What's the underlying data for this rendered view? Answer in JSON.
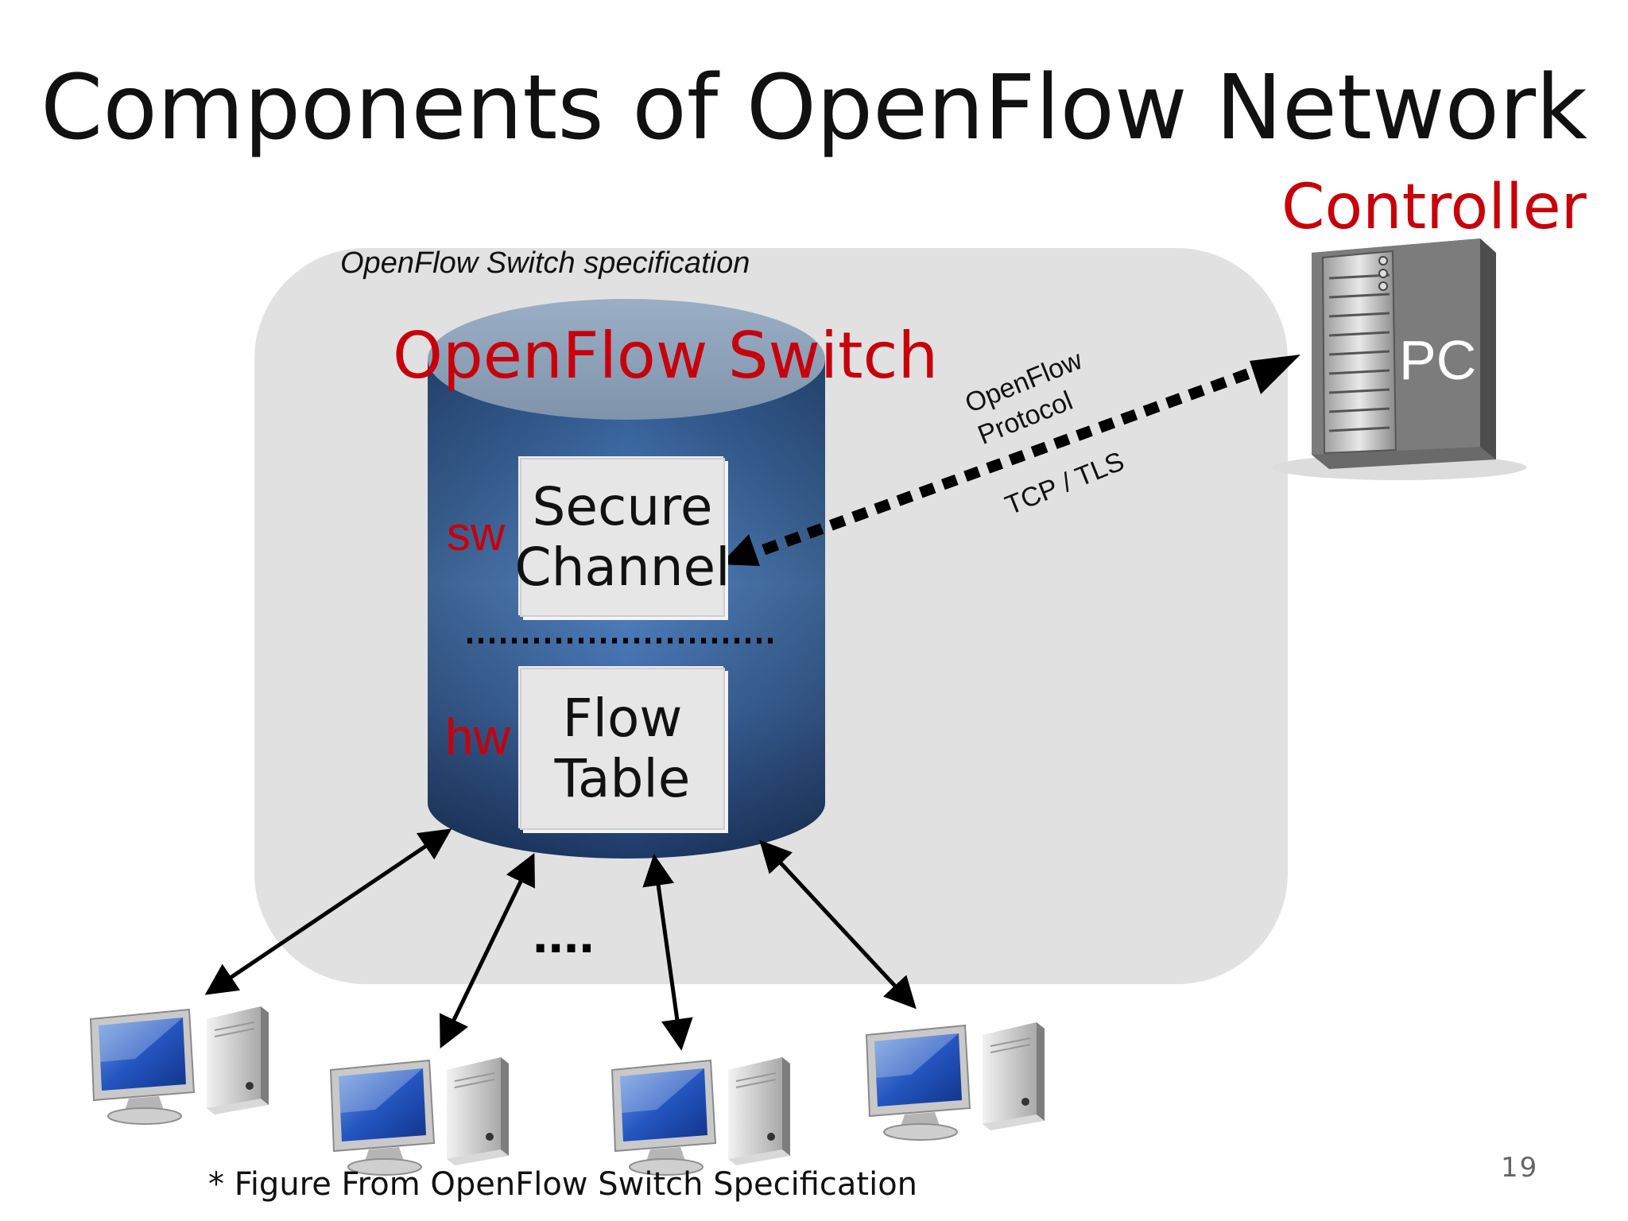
{
  "slide": {
    "title": "Components of OpenFlow Network",
    "page_number": "19",
    "footnote": "* Figure From OpenFlow Switch Specification"
  },
  "diagram": {
    "spec_region_label": "OpenFlow Switch specification",
    "switch_title": "OpenFlow Switch",
    "secure_channel": {
      "line1": "Secure",
      "line2": "Channel"
    },
    "flow_table": {
      "line1": "Flow",
      "line2": "Table"
    },
    "sw_label": "sw",
    "hw_label": "hw",
    "ellipsis": "....",
    "controller_label": "Controller",
    "pc_label": "PC",
    "protocol_label": {
      "line1": "OpenFlow",
      "line2": "Protocol"
    },
    "transport_label": "TCP / TLS"
  },
  "colors": {
    "accent_red": "#c8000a",
    "region_gray": "#e1e1e1",
    "cylinder_blue": "#4a78b4",
    "cylinder_dark": "#1f3a66"
  },
  "icons": [
    "server-tower-icon",
    "desktop-computer-icon"
  ]
}
